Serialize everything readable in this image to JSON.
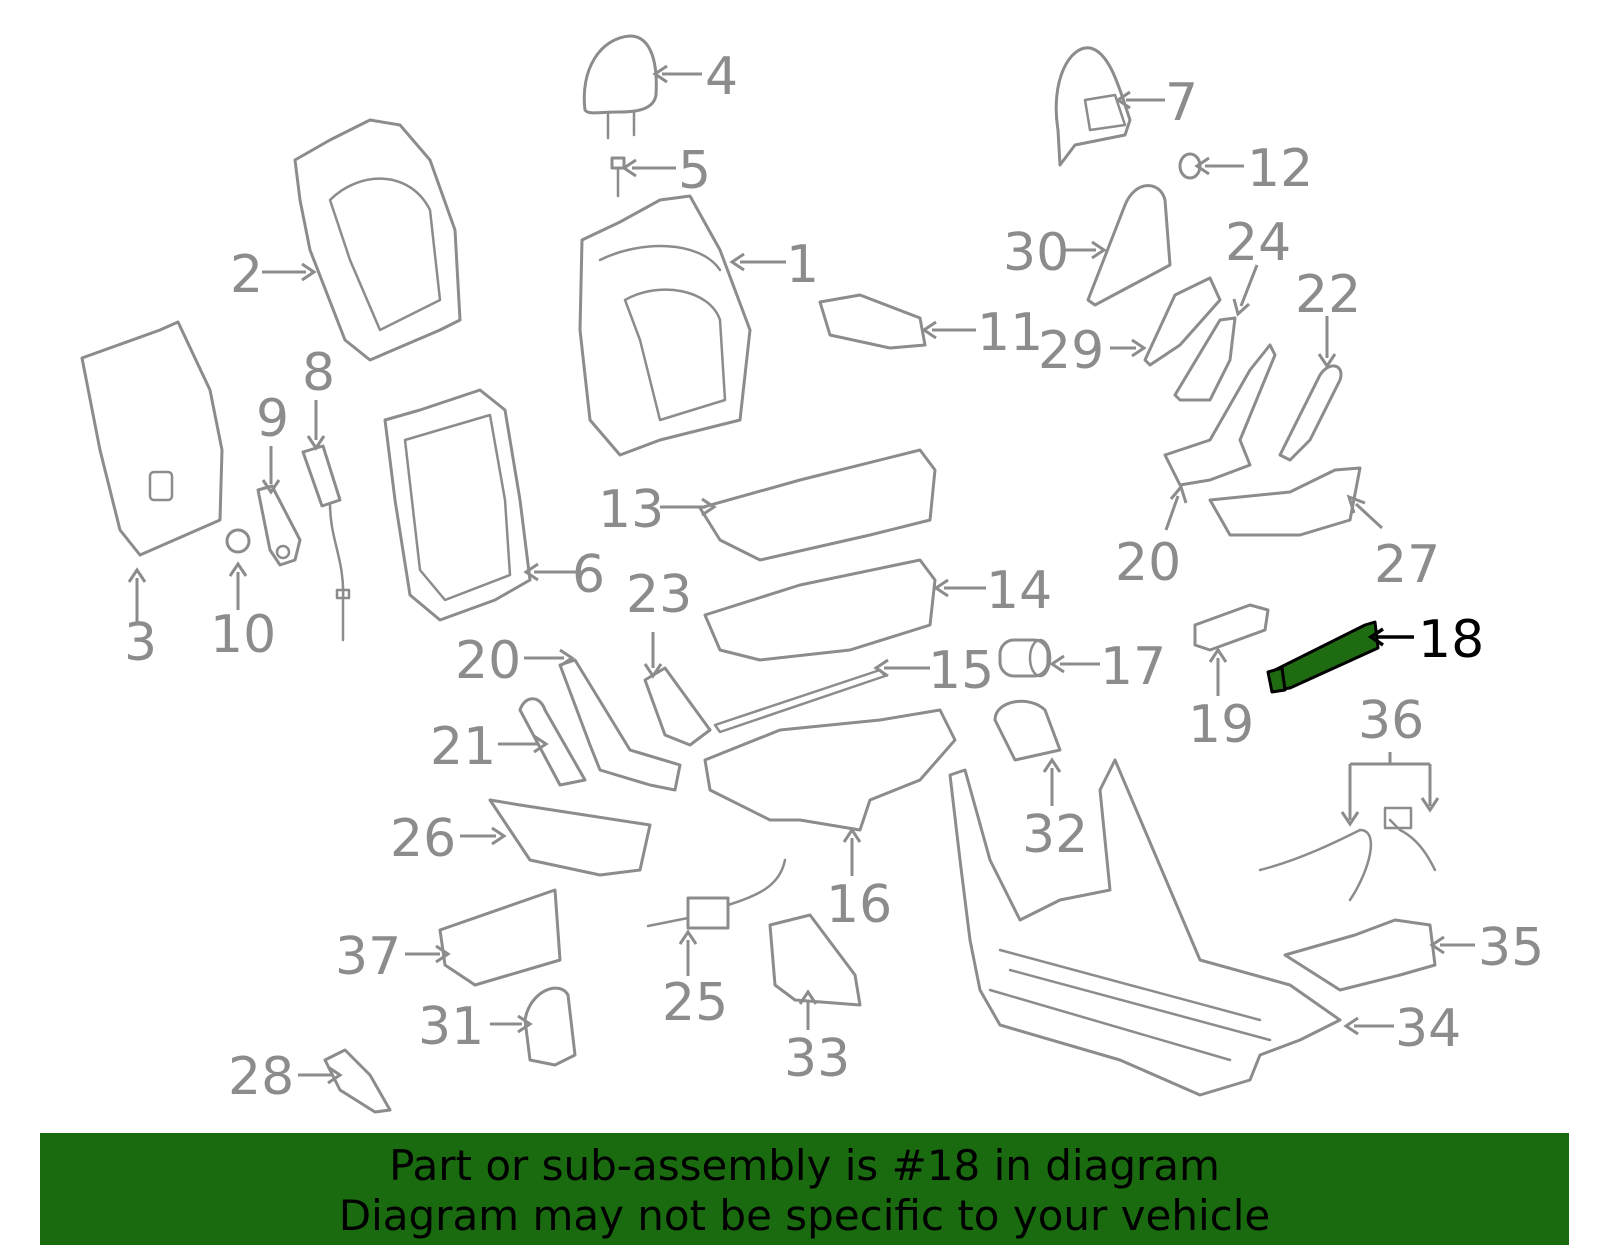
{
  "diagram": {
    "callouts": {
      "c1": "1",
      "c2": "2",
      "c3": "3",
      "c4": "4",
      "c5": "5",
      "c6": "6",
      "c7": "7",
      "c8": "8",
      "c9": "9",
      "c10": "10",
      "c11": "11",
      "c12": "12",
      "c13": "13",
      "c14": "14",
      "c15": "15",
      "c16": "16",
      "c17": "17",
      "c18": "18",
      "c19": "19",
      "c20a": "20",
      "c20b": "20",
      "c21": "21",
      "c22": "22",
      "c23": "23",
      "c24": "24",
      "c25": "25",
      "c26": "26",
      "c27": "27",
      "c28": "28",
      "c29": "29",
      "c30": "30",
      "c31": "31",
      "c32": "32",
      "c33": "33",
      "c34": "34",
      "c35": "35",
      "c36": "36",
      "c37": "37"
    },
    "highlighted_part": "18",
    "colors": {
      "line_gray": "#8c8c8c",
      "highlight_fill": "#1f6b12",
      "banner_green": "#1a6b0f",
      "text_black": "#000000"
    }
  },
  "banner": {
    "line1": "Part or sub-assembly is #18 in diagram",
    "line2": "Diagram may not be specific to your vehicle"
  }
}
